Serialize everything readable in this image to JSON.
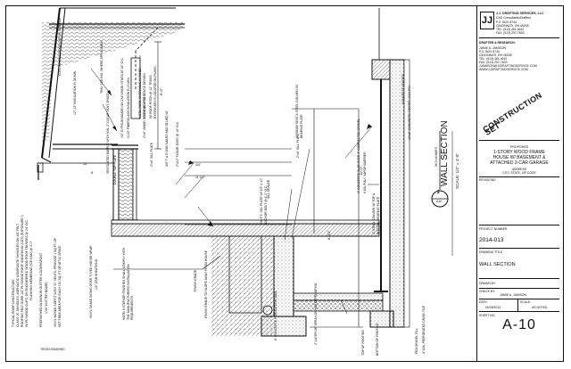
{
  "company": {
    "name": "J.J. DRAFTING SERVICES, LLC",
    "sub": "CAD Consultants/Drafters",
    "addr1": "P.O. BOX 8744",
    "addr2": "CINCINNATI, OH 45208",
    "tel": "TEL: (513) 461-4612",
    "fax": "FAX: (513) 297-7603"
  },
  "drafter": {
    "heading": "DRAFTER & RESEARCH:",
    "lines": [
      "JAMIE A. JAMISON",
      "P.O. BOX 8744",
      "CINCINNATI, OH 45208",
      "TEL: (513) 461-4612",
      "FAX: (513) 297-7603",
      "JJAMISON@JJDRAFTINGSERVICE.COM",
      "WWW.JJDRAFTINGSERVICE.COM"
    ]
  },
  "stamp": "CONSTRUCTION SET",
  "project": {
    "heading": "PROPOSED",
    "title_lines": [
      "1-STORY WOOD FRAME",
      "HOUSE W/ BASEMENT &",
      "ATTACHED 2-CAR GARAGE"
    ],
    "address_heading": "ADDRESS",
    "address": "CITY, STATE, ZIP CODE"
  },
  "revisions_label": "REVISIONS",
  "project_number_label": "PROJECT NUMBER",
  "project_number": "2014-013",
  "drawing_title_label": "DRAWING TITLE",
  "drawing_title": "WALL SECTION",
  "drawn_by_label": "DRAWN BY:",
  "checked_by_label": "CHECK BY:",
  "checked_by": "JAMIE A. JAMISON",
  "date_label": "DATE:",
  "date": "06/26/2014",
  "scale_label": "SCALE:",
  "scale": "AS NOTED",
  "sheet_no_label": "SHEET NO:",
  "sheet_no": "A-10",
  "detail": {
    "number": "2",
    "sheet": "A10",
    "title": "WALL SECTION",
    "scale": "SCALE: 1/2\" = 1'-0\""
  },
  "notes_left": [
    "CONTINUOUS RIDGE CAP W/ SHINGLE",
    "12\"-13\" INSULATION R-38 MIN.",
    "TYPICAL ROOF CONSTRUCTION:",
    "CLASS \"A\" SHINGLES, ASPHALTIC COMPOSITE SHINGLES ON #30 FELT",
    "ROOFING FELT OVER 1/2\" PLYWOOD ROOF SHEATHING (CDX) (EXPOSURE I)",
    "W/ PLYWOOD CLIPS, ON ENGINEERED WOOD ROOF TRUSSES @ 24\" O.C.",
    "FLASHING MEMBRANE (ICE DAM) @ 3'-0\"",
    "PREFINISHED ALUMINUM GUTTER & DOWNSPOUT",
    "1\"x6\" GUTTER BOARD",
    "VINYL BOXED SOFFIT WITH \"C\" VENTS, PROVIDE 1 SQ.FT. OF",
    "NET FREE AREA FOR EACH 150 SQ. FT OF ATTIC SPACE",
    "VINYL SHAKE SIDING OVER TYVEK HOUSE WRAP",
    "1/2\" OSB SHEATHING",
    "TRUSS BEARING"
  ],
  "notes_mid": [
    "TRAY CEILING, WHERE APPLICABLE",
    "1/2\" GYPSUM BOARD ON 2X4 WOOD STUDS AT 16\" O.C.",
    "3-1/2\" FIBERGLASS INSULATION R-13 MIN.",
    "2\"x4\" WOOD STUDS @ 16\" O.C.",
    "2\"x4\" SILL PLATE",
    "DOUBLE TOP PLATE",
    "VENTILATED BAFFLE WITH MIN. 2\" CLEAR VENT SPACE",
    "NOTE: EXTERIOR FINISHES SHALL COMPLY WITH THE MANUFACTURERS INSTALLATION REQUIREMENTS",
    "3/4\" T & G OSB NAILED AND GLUED W/ ",
    "2\"x10\" FLOOR JOIST @ 16\" O.C.",
    "FINISH GRADE",
    "FINISH GRADE TO SLOPE AWAY FROM HOUSE"
  ],
  "notes_right": [
    "NOTE: ROOF OVERHANG IS TO BE MODIFIED PER TRUSS DESIGN",
    "W/ ROOF PITCH @ 12\" TRUSS EXTENSION IS LOCATED ON PLANS",
    "2X6 P.T. SILL PLATE W/ 1/2\" x 10\" ANCHOR BOLT @ 6'-0\" O.C.",
    "SILL SEALER",
    "8\" CONCRETE FOUNDATION WALL",
    "4\" CONCRETE SLAB OVER 4\" COMPACTED GRAVEL",
    "6 MIL POLY VAPOR BARRIER",
    "4\" DIA. PERFORATED DRAIN TILE",
    "PEA GRAVEL FILL",
    "BOTTOM OF FOOTING",
    "TOP OF FOOTING",
    "2\"x4\" SILL PLATE",
    "CONCRETE FOOTER",
    "16\"x8\" CONCRETE FOOTER, 3000 PSI",
    "2\" LAYER OF SPRAY-ON WATERPROOFING",
    "10' BEAM SEAT & STEEL COLUMN W/ BEARING PLATE",
    "W/ 2 #4 BARS",
    "4\" STEEL COLUMN W/ TOP & BOTTOM BEARING PLATE"
  ],
  "dims": [
    "8'-0\"",
    "10'-0\"",
    "8'-10\"",
    "12",
    "8",
    "3/4\"",
    "11 1/2\""
  ]
}
